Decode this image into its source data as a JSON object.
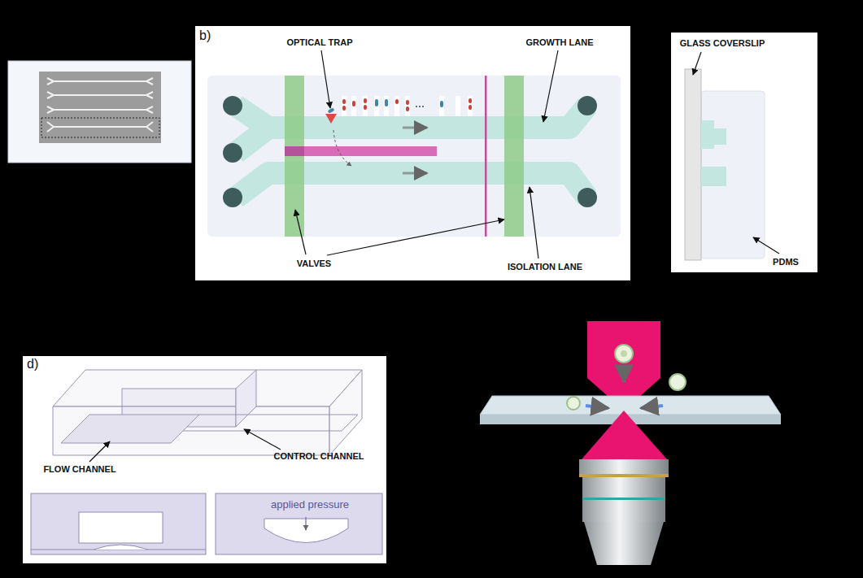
{
  "diagram": {
    "nodes": [
      {
        "text": [
          "b)"
        ]
      },
      {
        "text": [
          "d)"
        ]
      },
      {
        "text": [
          "applied pressure"
        ],
        "in": 1
      }
    ],
    "labels": [
      "OPTICAL TRAP",
      "GROWTH LANE",
      "VALVES",
      "ISOLATION LANE",
      "GLASS COVERSLIP",
      "PDMS",
      "FLOW CHANNEL",
      "CONTROL CHANNEL"
    ]
  }
}
